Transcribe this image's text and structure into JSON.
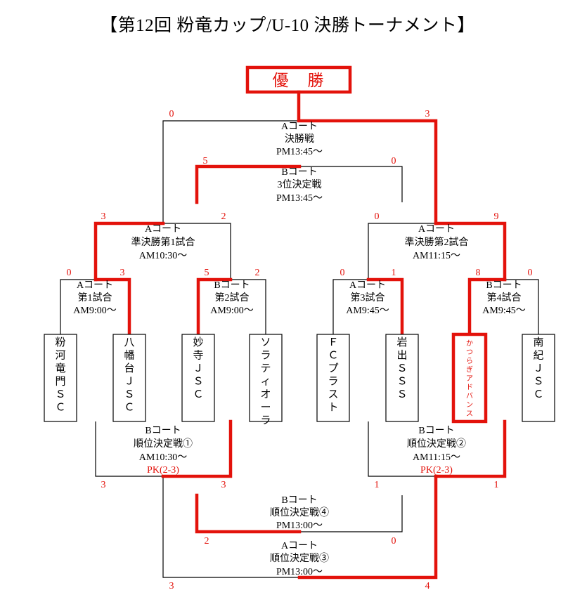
{
  "title": "【第12回 粉竜カップ/U-10 決勝トーナメント】",
  "champion": "優　勝",
  "colors": {
    "winner_line": "#e3120b",
    "line": "#000000"
  },
  "teams": [
    {
      "name": "粉河竜門ＳＣ",
      "chars": [
        "粉",
        "河",
        "竜",
        "門",
        "Ｓ",
        "Ｃ"
      ],
      "highlight": false
    },
    {
      "name": "八幡台ＪＳＣ",
      "chars": [
        "八",
        "幡",
        "台",
        "Ｊ",
        "Ｓ",
        "Ｃ"
      ],
      "highlight": false
    },
    {
      "name": "妙寺ＪＳＣ",
      "chars": [
        "妙",
        "寺",
        "Ｊ",
        "Ｓ",
        "Ｃ"
      ],
      "highlight": false
    },
    {
      "name": "ソラティオーラ",
      "chars": [
        "ソ",
        "ラ",
        "テ",
        "ィ",
        "オ",
        "ー",
        "ラ"
      ],
      "highlight": false
    },
    {
      "name": "ＦＣプラスト",
      "chars": [
        "Ｆ",
        "Ｃ",
        "プ",
        "ラ",
        "ス",
        "ト"
      ],
      "highlight": false
    },
    {
      "name": "岩出ＳＳＳ",
      "chars": [
        "岩",
        "出",
        "Ｓ",
        "Ｓ",
        "Ｓ"
      ],
      "highlight": false
    },
    {
      "name": "かつらぎアドバンス",
      "chars": [
        "か",
        "つ",
        "ら",
        "ぎ",
        "ア",
        "ド",
        "バ",
        "ン",
        "ス"
      ],
      "highlight": true
    },
    {
      "name": "南紀ＪＳＣ",
      "chars": [
        "南",
        "紀",
        "Ｊ",
        "Ｓ",
        "Ｃ"
      ],
      "highlight": false
    }
  ],
  "matches": {
    "final": {
      "lines": [
        "Aコート",
        "決勝戦",
        "PM13:45〜"
      ],
      "scores": [
        "0",
        "3"
      ]
    },
    "third_place": {
      "lines": [
        "Bコート",
        "3位決定戦",
        "PM13:45〜"
      ],
      "scores": [
        "5",
        "0"
      ]
    },
    "semi1": {
      "lines": [
        "Aコート",
        "準決勝第1試合",
        "AM10:30〜"
      ],
      "scores": [
        "3",
        "2"
      ]
    },
    "semi2": {
      "lines": [
        "Aコート",
        "準決勝第2試合",
        "AM11:15〜"
      ],
      "scores": [
        "0",
        "9"
      ]
    },
    "q1": {
      "lines": [
        "Aコート",
        "第1試合",
        "AM9:00〜"
      ],
      "scores": [
        "0",
        "3"
      ]
    },
    "q2": {
      "lines": [
        "Bコート",
        "第2試合",
        "AM9:00〜"
      ],
      "scores": [
        "5",
        "2"
      ]
    },
    "q3": {
      "lines": [
        "Aコート",
        "第3試合",
        "AM9:45〜"
      ],
      "scores": [
        "0",
        "1"
      ]
    },
    "q4": {
      "lines": [
        "Bコート",
        "第4試合",
        "AM9:45〜"
      ],
      "scores": [
        "8",
        "0"
      ]
    },
    "place1": {
      "lines": [
        "Bコート",
        "順位決定戦①",
        "AM10:30〜"
      ],
      "pk": "PK(2-3)",
      "scores": [
        "3",
        "3"
      ]
    },
    "place2": {
      "lines": [
        "Bコート",
        "順位決定戦②",
        "AM11:15〜"
      ],
      "pk": "PK(2-3)",
      "scores": [
        "1",
        "1"
      ]
    },
    "place4": {
      "lines": [
        "Bコート",
        "順位決定戦④",
        "PM13:00〜"
      ],
      "scores": [
        "2",
        "0"
      ]
    },
    "place3": {
      "lines": [
        "Aコート",
        "順位決定戦③",
        "PM13:00〜"
      ],
      "scores": [
        "3",
        "4"
      ]
    }
  }
}
